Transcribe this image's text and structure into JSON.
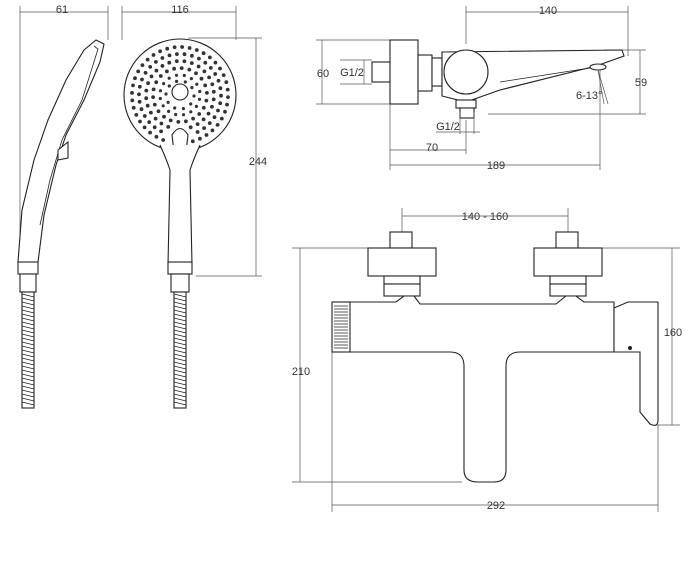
{
  "hand_shower_side": {
    "width": "61"
  },
  "hand_shower_front": {
    "width": "116",
    "height": "244"
  },
  "mixer_top": {
    "spout_length": "140",
    "height_60": "60",
    "thread_upper": "G1/2",
    "height_59": "59",
    "angle": "6-13°",
    "thread_lower": "G1/2",
    "depth_70": "70",
    "depth_189": "189"
  },
  "mixer_front": {
    "center_distance": "140 - 160",
    "height_210": "210",
    "height_160": "160",
    "width_292": "292"
  },
  "colors": {
    "line": "#222222",
    "dimension": "#555555",
    "text": "#333333"
  }
}
